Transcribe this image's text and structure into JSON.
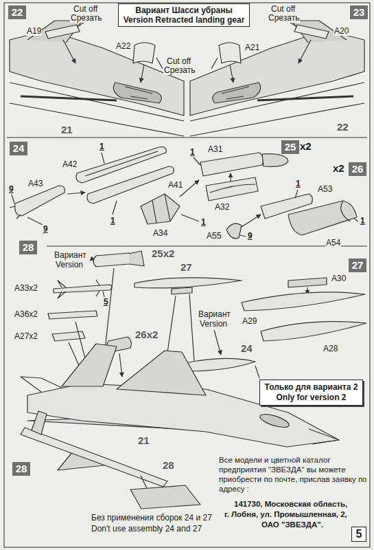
{
  "diagram": {
    "nodes": [
      {
        "text": [
          "22"
        ]
      },
      {
        "text": [
          "Вариант Шасси убраны",
          "Version Retracted landing gear"
        ]
      },
      {
        "text": [
          "23"
        ]
      },
      {
        "text": [
          "24"
        ]
      },
      {
        "text": [
          "25"
        ]
      },
      {
        "text": [
          "26"
        ]
      },
      {
        "text": [
          "28"
        ]
      },
      {
        "text": [
          "27"
        ]
      },
      {
        "text": [
          "Только для варианта 2",
          "Only for version 2"
        ]
      },
      {
        "text": [
          "28"
        ]
      },
      {
        "text": [
          "5"
        ]
      }
    ],
    "labels": [
      "Cut off",
      "Срезать",
      "A19",
      "A22",
      "Cut off",
      "Срезать",
      "A21",
      "Cut off",
      "Срезать",
      "A20",
      "21",
      "22",
      "1",
      "A42",
      "A41",
      "1",
      "9",
      "A43",
      "9",
      "1",
      "A34",
      "1",
      "A31",
      "x2",
      "A32",
      "x2",
      "1",
      "A53",
      "1",
      "A54",
      "A55",
      "9",
      "Вариант",
      "Version",
      "25x2",
      "A33x2",
      "5",
      "A36x2",
      "A27x2",
      "27",
      "26x2",
      "Вариант",
      "Version",
      "A30",
      "A29",
      "A28",
      "24",
      "21",
      "28",
      "Без применения сборок 24 и 27",
      "Don't use assembly 24 and 27",
      "Все модели и цветной каталог предприятия \"ЗВЕЗДА\" вы можете приобрести по почте, прислав заявку по адресу :",
      "141730, Московская область,",
      "г. Лобня, ул. Промышленная, 2,",
      "ОАО \"ЗВЕЗДА\"."
    ]
  }
}
